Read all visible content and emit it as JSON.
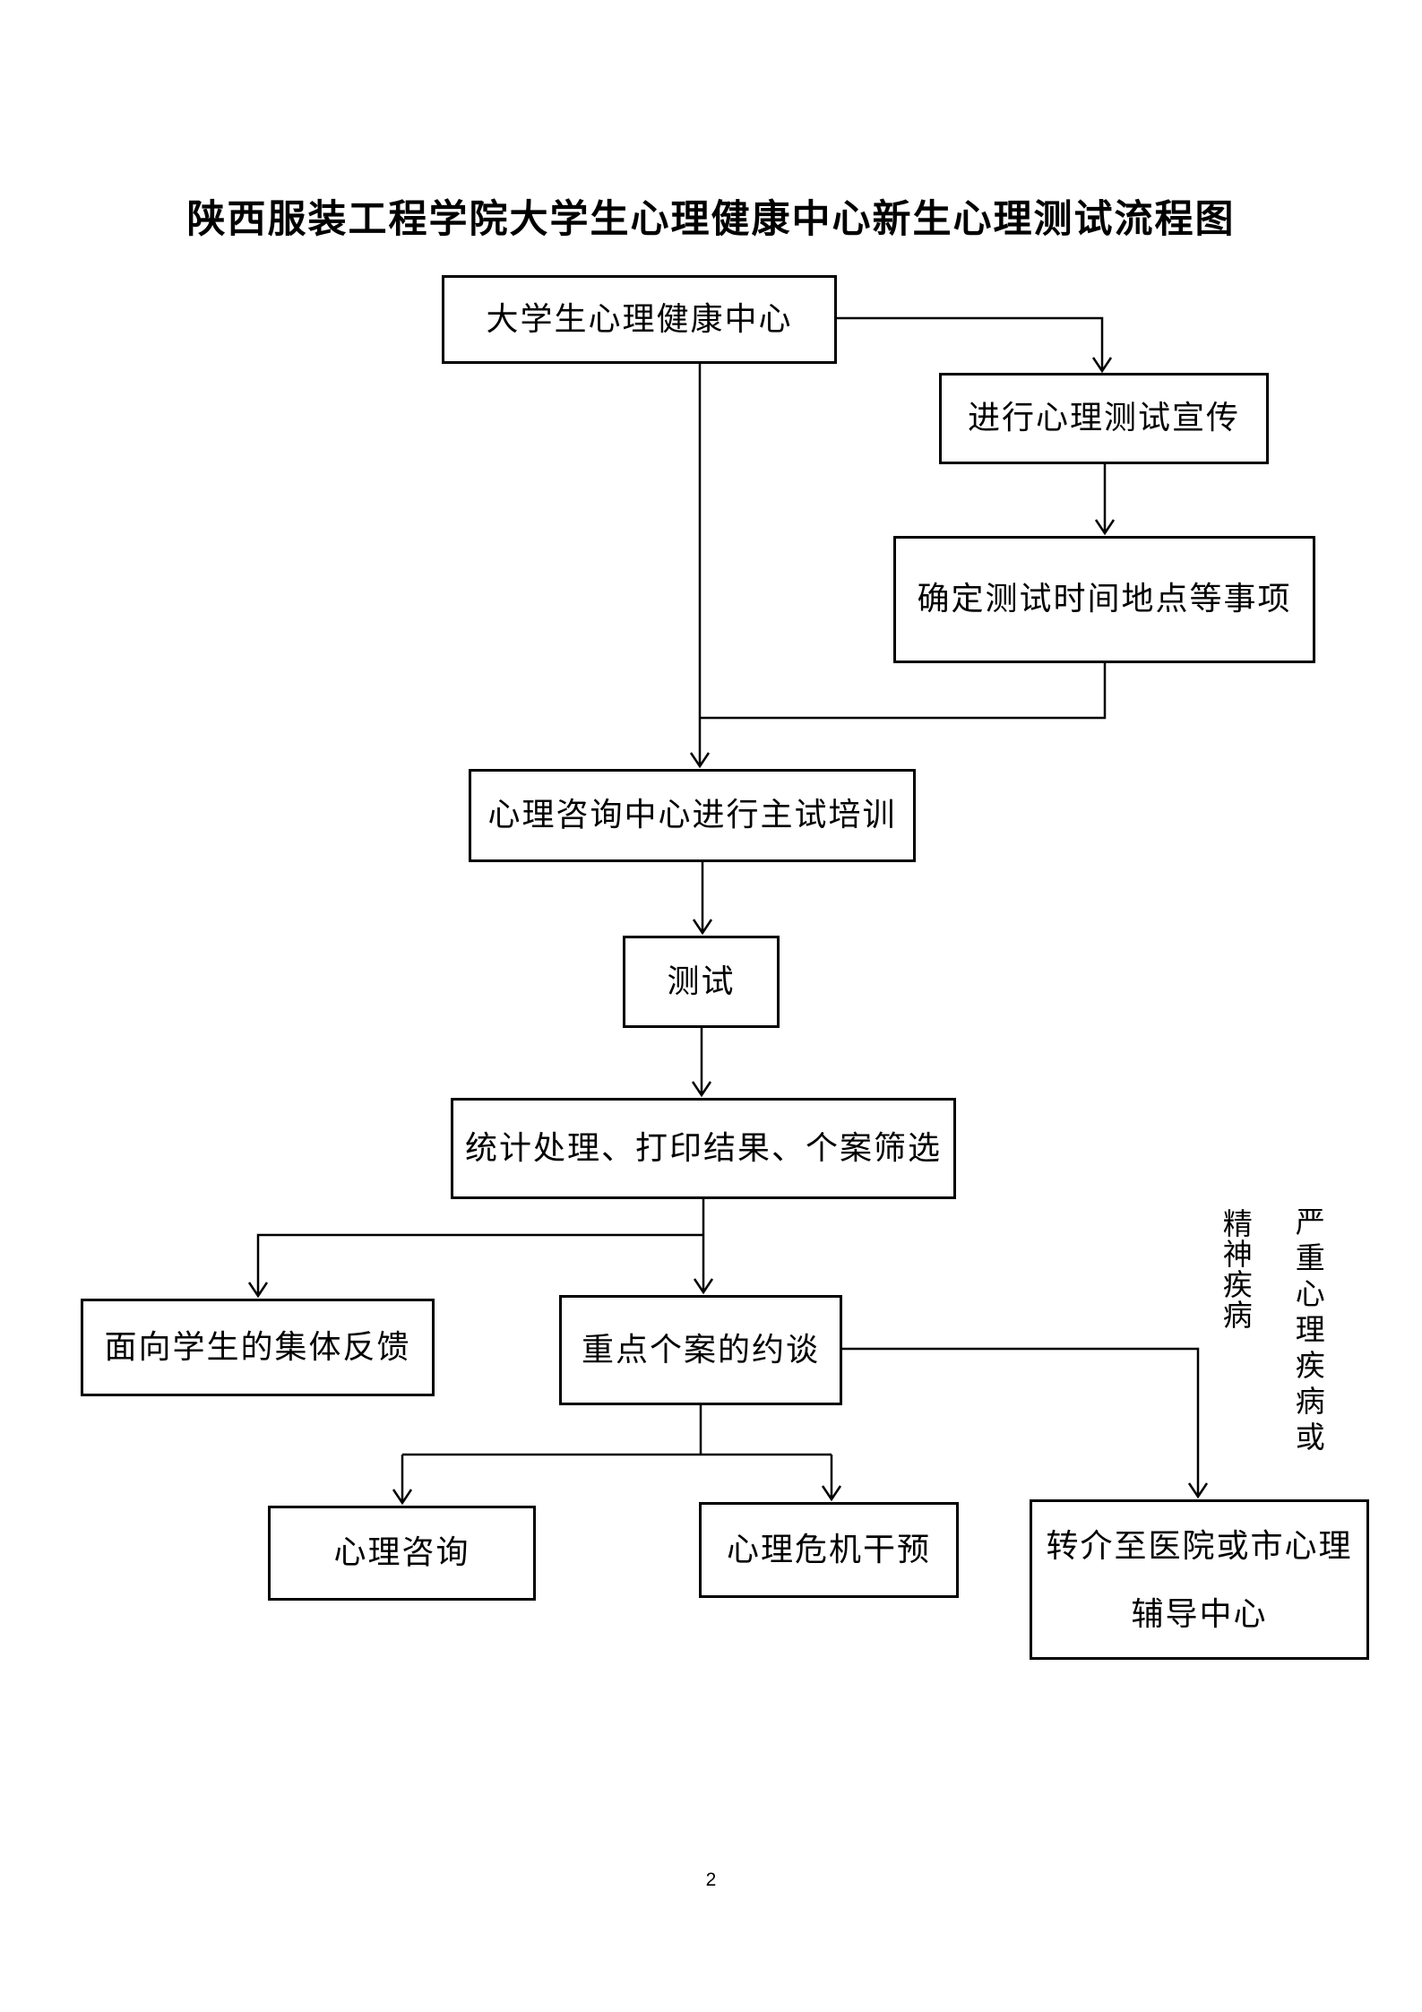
{
  "title": "陕西服装工程学院大学生心理健康中心新生心理测试流程图",
  "page_number": "2",
  "flowchart": {
    "nodes": {
      "center": {
        "label": "大学生心理健康中心"
      },
      "publicity": {
        "label": "进行心理测试宣传"
      },
      "schedule": {
        "label": "确定测试时间地点等事项"
      },
      "training": {
        "label": "心理咨询中心进行主试培训"
      },
      "test": {
        "label": "测试"
      },
      "stats": {
        "label": "统计处理、打印结果、个案筛选"
      },
      "feedback": {
        "label": "面向学生的集体反馈"
      },
      "interview": {
        "label": "重点个案的约谈"
      },
      "counseling": {
        "label": "心理咨询"
      },
      "crisis": {
        "label": "心理危机干预"
      },
      "referral": {
        "label_line1": "转介至医院或市心理",
        "label_line2": "辅导中心"
      }
    },
    "edge_labels": {
      "severe": "严重心理疾病或",
      "mental": "精神疾病"
    }
  },
  "colors": {
    "line": "#000000",
    "text": "#000000",
    "background": "#ffffff"
  }
}
